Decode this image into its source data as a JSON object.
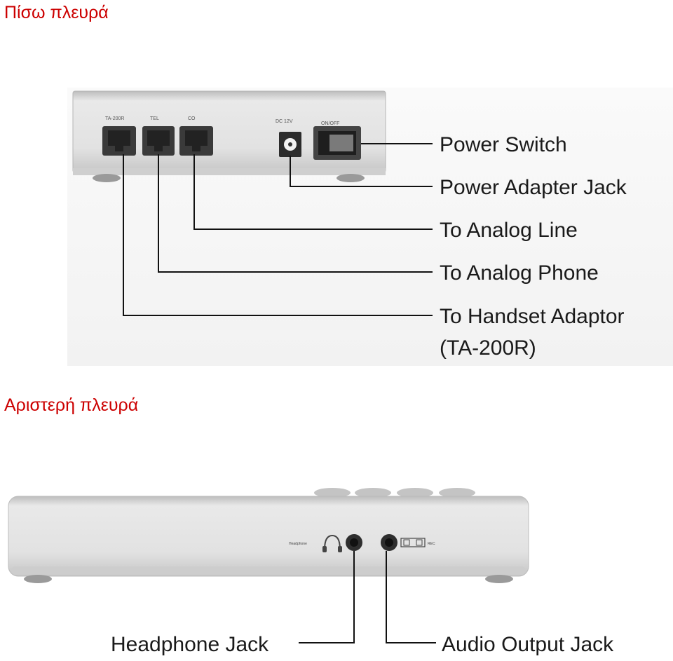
{
  "sections": {
    "rear": {
      "title": "Πίσω πλευρά"
    },
    "left": {
      "title": "Αριστερή πλευρά"
    }
  },
  "rear_panel": {
    "port_labels": [
      "TA-200R",
      "TEL",
      "CO"
    ],
    "dc_label": "DC 12V",
    "switch_label": "ON/OFF",
    "callouts": [
      "Power Switch",
      "Power Adapter Jack",
      "To Analog Line",
      "To Analog Phone",
      "To Handset Adaptor",
      "(TA-200R)"
    ]
  },
  "left_panel": {
    "headphone_label": "Headphone",
    "rec_label": "REC",
    "callouts": [
      "Headphone Jack",
      "Audio Output Jack"
    ]
  },
  "colors": {
    "heading": "#cc0000",
    "device_body": "#e6e6e6",
    "device_face": "#cfcfcf",
    "port": "#3a3a3a",
    "line": "#111111"
  }
}
